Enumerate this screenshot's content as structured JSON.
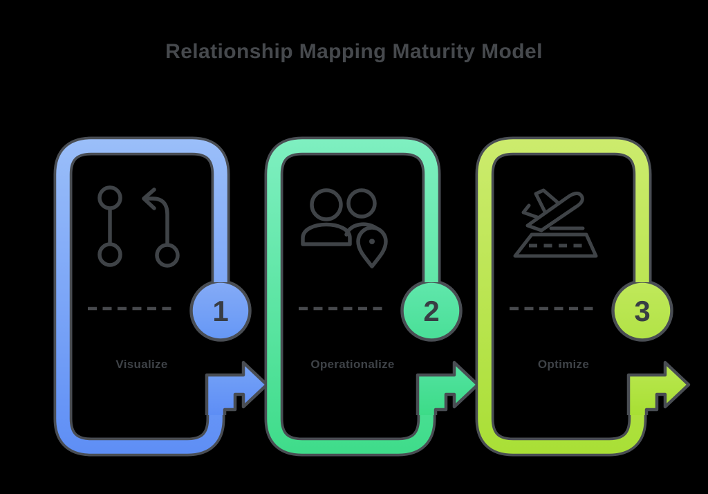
{
  "title": "Relationship Mapping Maturity Model",
  "palette": {
    "background": "#000000",
    "outline": "#494D53",
    "icon_ink": "#3F4347",
    "dash": "#47494D",
    "label_ink": "#3E4247",
    "number_ink": "#383D44",
    "title_ink": "#46494D"
  },
  "stages": [
    {
      "number": "1",
      "label": "Visualize",
      "icon": "git-branch-icon",
      "colors": {
        "band_top": "#9ABEF9",
        "band_bottom": "#5E8EF5",
        "circle_top": "#87ACF7",
        "circle_bottom": "#6396F5",
        "arrow_top": "#78A5F7",
        "arrow_bottom": "#5D8DF5"
      }
    },
    {
      "number": "2",
      "label": "Operationalize",
      "icon": "team-location-icon",
      "colors": {
        "band_top": "#7EEFC0",
        "band_bottom": "#3FDC8A",
        "circle_top": "#62E7AD",
        "circle_bottom": "#48DF96",
        "arrow_top": "#55E3A3",
        "arrow_bottom": "#3CDB87"
      }
    },
    {
      "number": "3",
      "label": "Optimize",
      "icon": "plane-takeoff-icon",
      "colors": {
        "band_top": "#CCEB6D",
        "band_bottom": "#A9DF36",
        "circle_top": "#C1E95C",
        "circle_bottom": "#B1E245",
        "arrow_top": "#BCE853",
        "arrow_bottom": "#A7DF33"
      }
    }
  ]
}
